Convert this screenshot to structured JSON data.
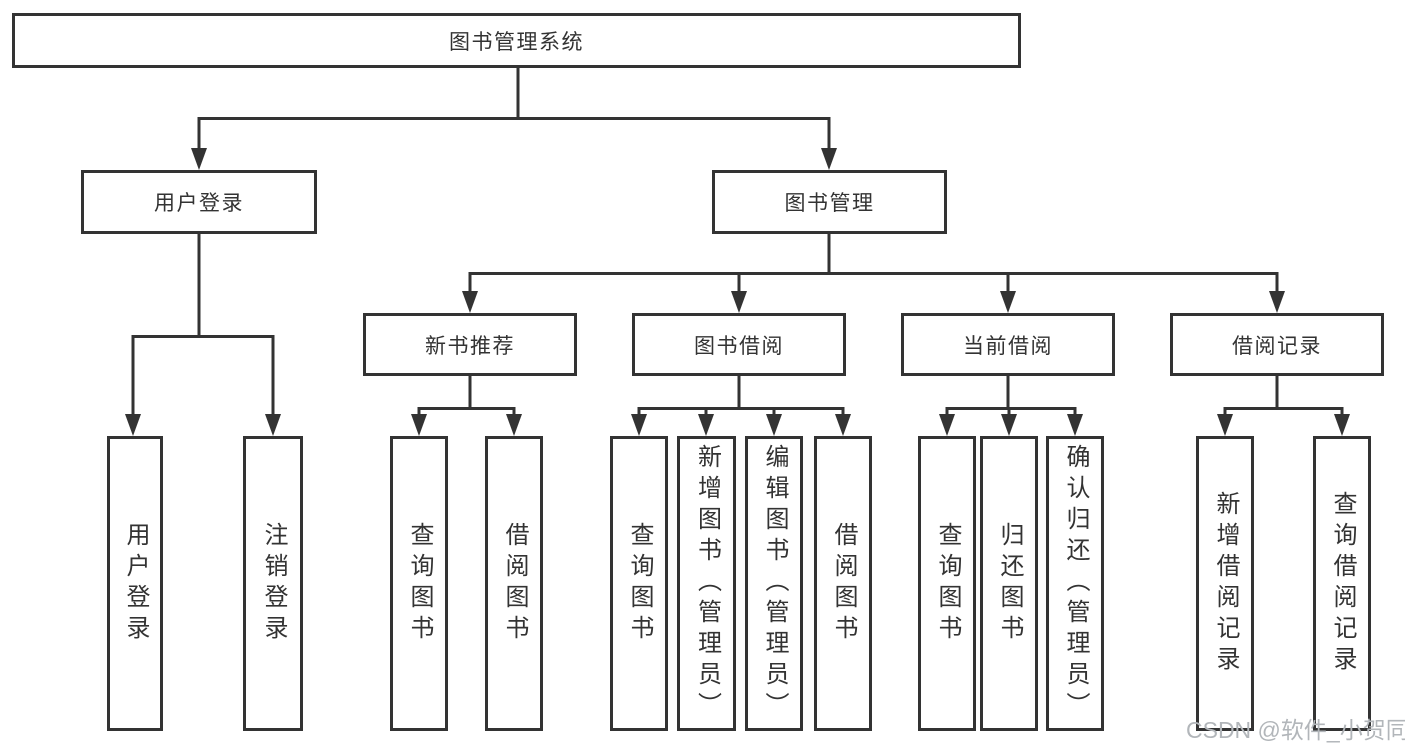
{
  "tree": {
    "label": "图书管理系统",
    "children": [
      {
        "label": "用户登录",
        "children": [
          {
            "label": "用户登录"
          },
          {
            "label": "注销登录"
          }
        ]
      },
      {
        "label": "图书管理",
        "children": [
          {
            "label": "新书推荐",
            "children": [
              {
                "label": "查询图书"
              },
              {
                "label": "借阅图书"
              }
            ]
          },
          {
            "label": "图书借阅",
            "children": [
              {
                "label": "查询图书"
              },
              {
                "label": "新增图书（管理员）"
              },
              {
                "label": "编辑图书（管理员）"
              },
              {
                "label": "借阅图书"
              }
            ]
          },
          {
            "label": "当前借阅",
            "children": [
              {
                "label": "查询图书"
              },
              {
                "label": "归还图书"
              },
              {
                "label": "确认归还（管理员）"
              }
            ]
          },
          {
            "label": "借阅记录",
            "children": [
              {
                "label": "新增借阅记录"
              },
              {
                "label": "查询借阅记录"
              }
            ]
          }
        ]
      }
    ]
  },
  "watermark": {
    "text": "CSDN @软件_小贺同学"
  },
  "colors": {
    "line": "#333333",
    "text": "#333333",
    "box_background": "#ffffff",
    "watermark": "#b2b6ba"
  }
}
